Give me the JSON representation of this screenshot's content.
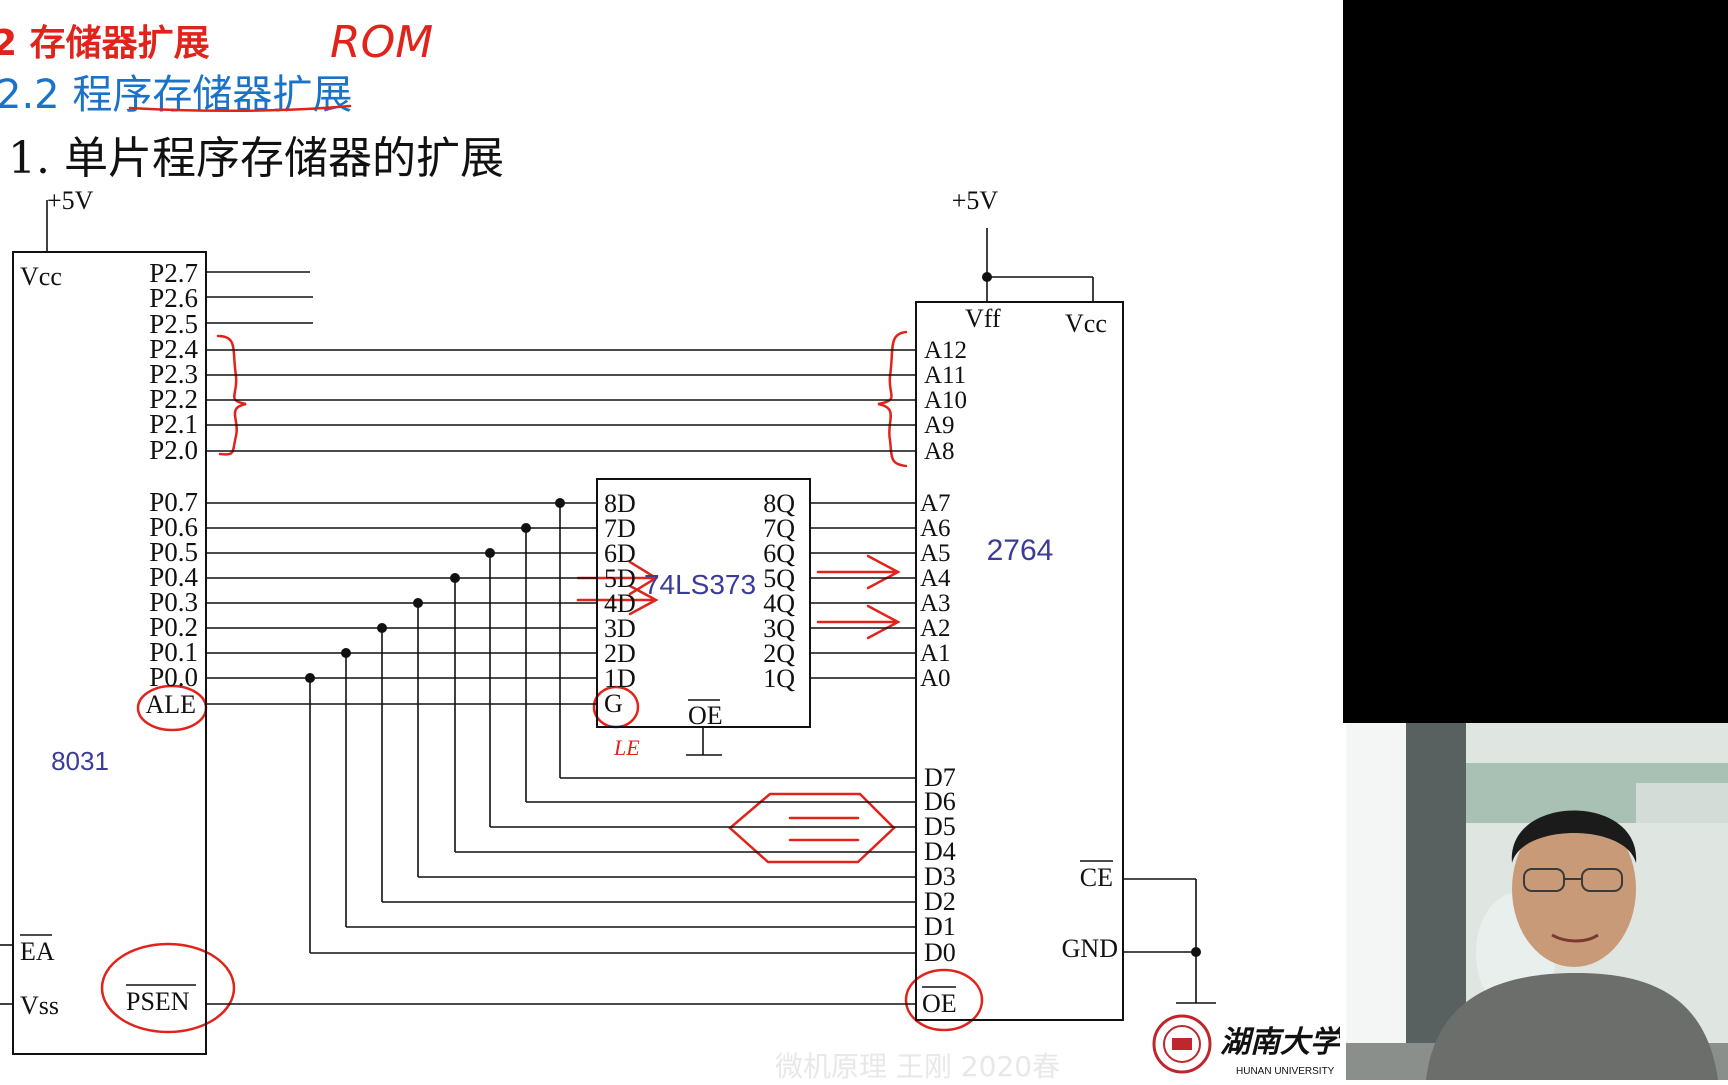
{
  "headings": {
    "section": "2  存储器扩展",
    "annotation": "ROM",
    "subsection": "2.2  程序存储器扩展",
    "item": "1. 单片程序存储器的扩展"
  },
  "chips": {
    "cpu": {
      "name": "8031",
      "vcc": "Vcc",
      "supply": "+5V",
      "p2": [
        "P2.7",
        "P2.6",
        "P2.5",
        "P2.4",
        "P2.3",
        "P2.2",
        "P2.1",
        "P2.0"
      ],
      "p0": [
        "P0.7",
        "P0.6",
        "P0.5",
        "P0.4",
        "P0.3",
        "P0.2",
        "P0.1",
        "P0.0"
      ],
      "ale": "ALE",
      "ea": "EA",
      "vss": "Vss",
      "psen": "PSEN"
    },
    "latch": {
      "name": "74LS373",
      "d": [
        "8D",
        "7D",
        "6D",
        "5D",
        "4D",
        "3D",
        "2D",
        "1D"
      ],
      "q": [
        "8Q",
        "7Q",
        "6Q",
        "5Q",
        "4Q",
        "3Q",
        "2Q",
        "1Q"
      ],
      "g": "G",
      "oe": "OE",
      "note": "LE"
    },
    "eprom": {
      "name": "2764",
      "supply": "+5V",
      "vpp": "Vff",
      "vcc": "Vcc",
      "addr_high": [
        "A12",
        "A11",
        "A10",
        "A9",
        "A8"
      ],
      "addr_low": [
        "A7",
        "A6",
        "A5",
        "A4",
        "A3",
        "A2",
        "A1",
        "A0"
      ],
      "data": [
        "D7",
        "D6",
        "D5",
        "D4",
        "D3",
        "D2",
        "D1",
        "D0"
      ],
      "ce": "CE",
      "gnd": "GND",
      "oe": "OE"
    }
  },
  "footer": "微机原理   王刚   2020春",
  "logo": {
    "name": "湖南大学",
    "subtitle": "HUNAN UNIVERSITY"
  },
  "colors": {
    "heading": "#e0241b",
    "subheading": "#1a72c9",
    "chip_label": "#3b3b9a",
    "annotation": "#e0241b"
  }
}
